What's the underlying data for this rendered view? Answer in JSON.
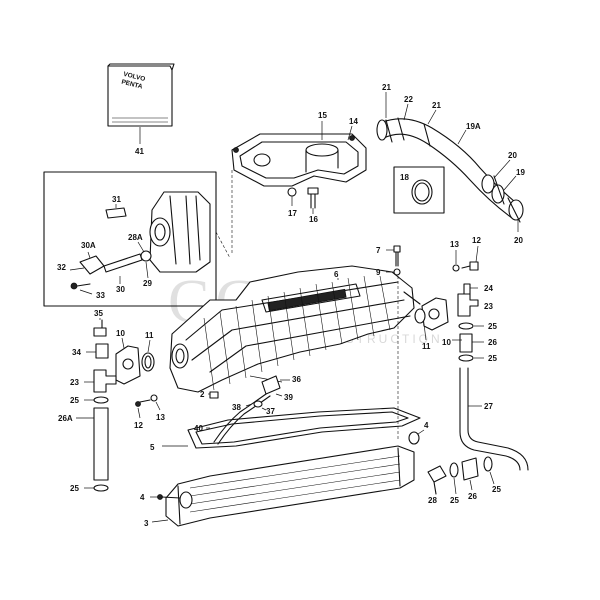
{
  "watermark": {
    "logo_text": "CCMIE",
    "sub_text": "CONSTRUCTION"
  },
  "manual": {
    "brand_line1": "VOLVO",
    "brand_line2": "PENTA"
  },
  "labels": {
    "l41": "41",
    "l15": "15",
    "l14": "14",
    "l21a": "21",
    "l22": "22",
    "l21b": "21",
    "l19a": "19A",
    "l20a": "20",
    "l19": "19",
    "l20b": "20",
    "l18": "18",
    "l17": "17",
    "l16": "16",
    "l31": "31",
    "l28a": "28A",
    "l30a": "30A",
    "l32": "32",
    "l29": "29",
    "l30": "30",
    "l33": "33",
    "l7": "7",
    "l9": "9",
    "l6": "6",
    "l13a": "13",
    "l12a": "12",
    "l24": "24",
    "l23a": "23",
    "l11a": "11",
    "l25a": "25",
    "l10a": "10",
    "l26a": "26",
    "l25b": "25",
    "l35": "35",
    "l10b": "10",
    "l11b": "11",
    "l34": "34",
    "l23b": "23",
    "l36": "36",
    "l25c": "25",
    "l2": "2",
    "l13b": "13",
    "l39": "39",
    "l12b": "12",
    "l38": "38",
    "l37": "37",
    "l26b": "26A",
    "l27": "27",
    "l40": "40",
    "l5": "5",
    "l4a": "4",
    "l25d": "25",
    "l4b": "4",
    "l28": "28",
    "l25e": "25",
    "l26c": "26",
    "l25f": "25",
    "l3": "3"
  }
}
